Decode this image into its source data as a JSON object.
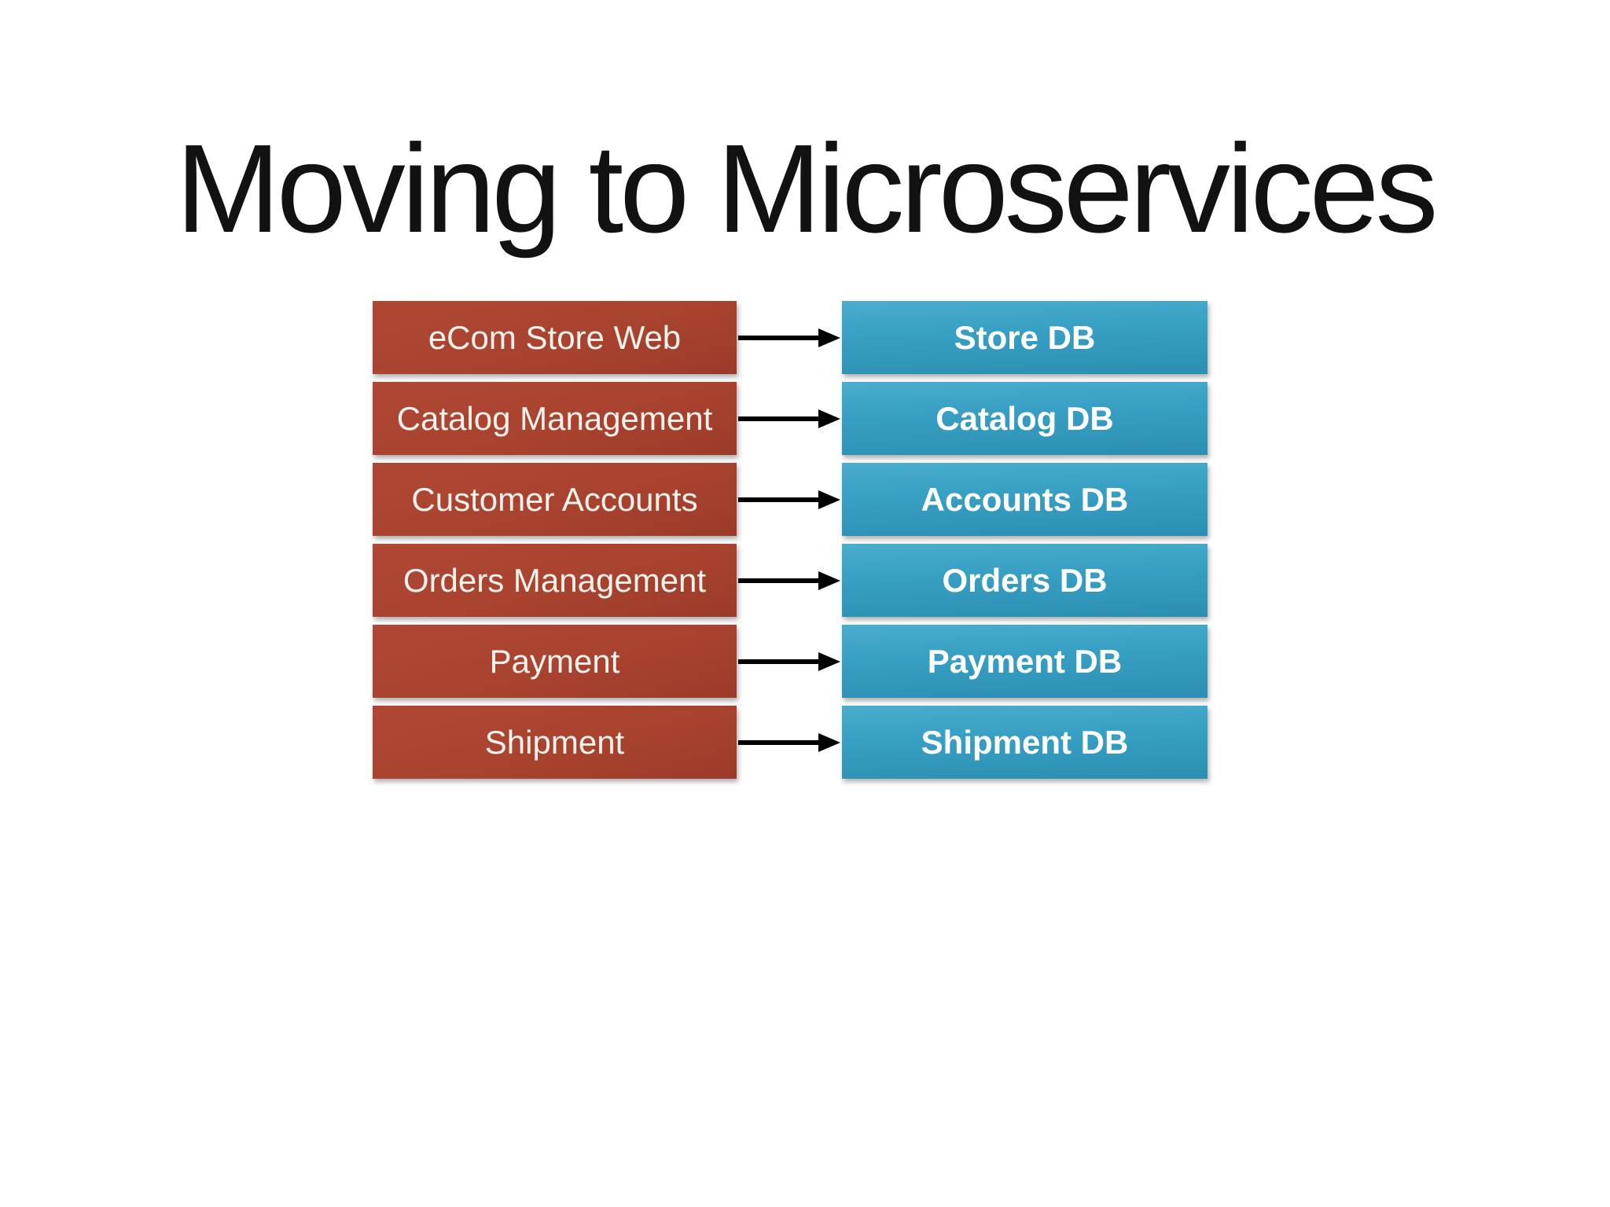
{
  "slide": {
    "title": "Moving to Microservices",
    "background": "#ffffff"
  },
  "colors": {
    "title_text": "#121212",
    "service_box": "#a8432f",
    "service_box_light": "#b04735",
    "service_box_dark": "#9c3a2a",
    "service_text": "#f7f2ec",
    "db_box_top": "#4aadcd",
    "db_box_mid": "#38a0c4",
    "db_box_bottom": "#2b8fb3",
    "db_text": "#ffffff",
    "arrow": "#000000"
  },
  "rows": [
    {
      "service": "eCom Store Web",
      "database": "Store DB"
    },
    {
      "service": "Catalog Management",
      "database": "Catalog DB"
    },
    {
      "service": "Customer Accounts",
      "database": "Accounts DB"
    },
    {
      "service": "Orders Management",
      "database": "Orders DB"
    },
    {
      "service": "Payment",
      "database": "Payment DB"
    },
    {
      "service": "Shipment",
      "database": "Shipment DB"
    }
  ]
}
